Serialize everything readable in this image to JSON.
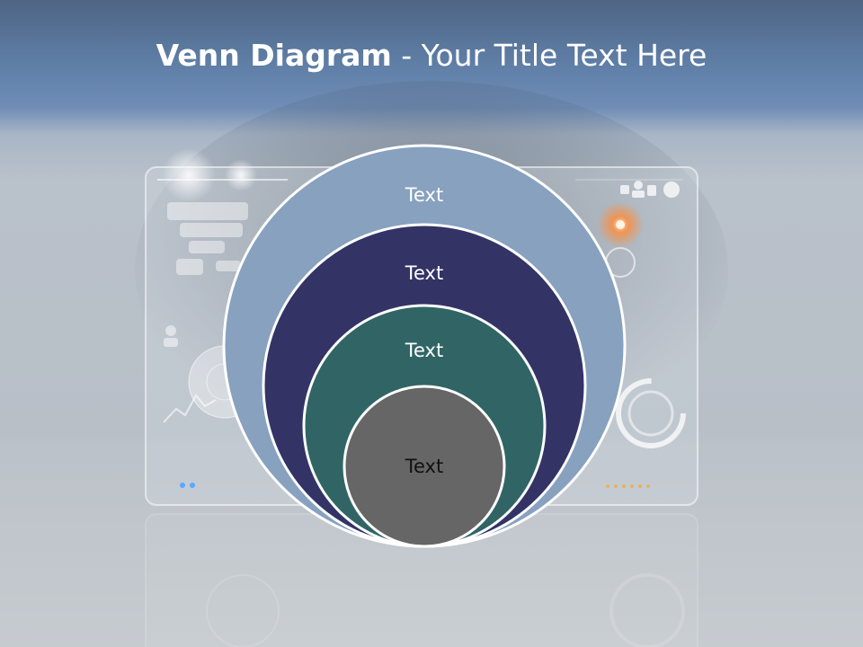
{
  "slide": {
    "title_bold": "Venn Diagram",
    "title_rest": " - Your Title Text Here"
  },
  "diagram": {
    "type": "nested-circles",
    "rings": [
      {
        "label": "Text",
        "fill": "#87a1bf",
        "text_color": "#ffffff"
      },
      {
        "label": "Text",
        "fill": "#333366",
        "text_color": "#ffffff"
      },
      {
        "label": "Text",
        "fill": "#316565",
        "text_color": "#ffffff"
      },
      {
        "label": "Text",
        "fill": "#666666",
        "text_color": "#111111"
      }
    ],
    "outline_color": "#ffffff"
  },
  "background": {
    "top_color": "#4e6584",
    "band_color": "#6f8db6",
    "floor_color": "#c6cbd0",
    "accent_glow": "#ff8c3a"
  }
}
